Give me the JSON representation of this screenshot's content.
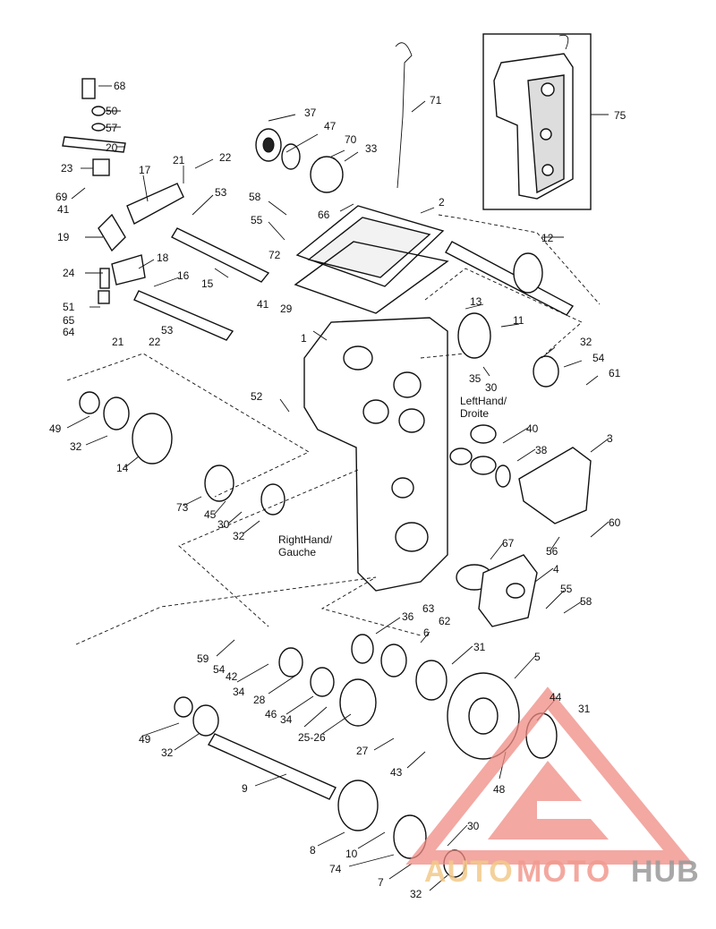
{
  "diagram": {
    "part_labels": [
      "68",
      "50",
      "57",
      "20",
      "23",
      "17",
      "21",
      "22",
      "69",
      "41",
      "53",
      "19",
      "18",
      "16",
      "24",
      "15",
      "51",
      "65",
      "64",
      "21",
      "22",
      "53",
      "37",
      "47",
      "70",
      "33",
      "58",
      "55",
      "66",
      "72",
      "41",
      "2",
      "29",
      "71",
      "75",
      "12",
      "13",
      "11",
      "1",
      "32",
      "54",
      "61",
      "35",
      "30",
      "52",
      "49",
      "32",
      "14",
      "73",
      "45",
      "30",
      "32",
      "3",
      "38",
      "40",
      "60",
      "56",
      "67",
      "4",
      "55",
      "58",
      "63",
      "62",
      "36",
      "6",
      "31",
      "5",
      "59",
      "54",
      "42",
      "34",
      "28",
      "46",
      "34",
      "25-26",
      "49",
      "32",
      "27",
      "43",
      "44",
      "31",
      "48",
      "9",
      "8",
      "10",
      "30",
      "74",
      "7",
      "32"
    ],
    "side_labels": {
      "left_hand": "LeftHand/",
      "left_hand_fr": "Droite",
      "right_hand": "RightHand/",
      "right_hand_fr": "Gauche"
    }
  },
  "watermark": {
    "part1": "AUTO",
    "part2": "MOTO",
    "part3": "HUB",
    "colors": {
      "auto": "#f3c98a",
      "moto": "#f29a8f",
      "hub": "#9a9a9a",
      "triangle": "#f08b84"
    }
  }
}
